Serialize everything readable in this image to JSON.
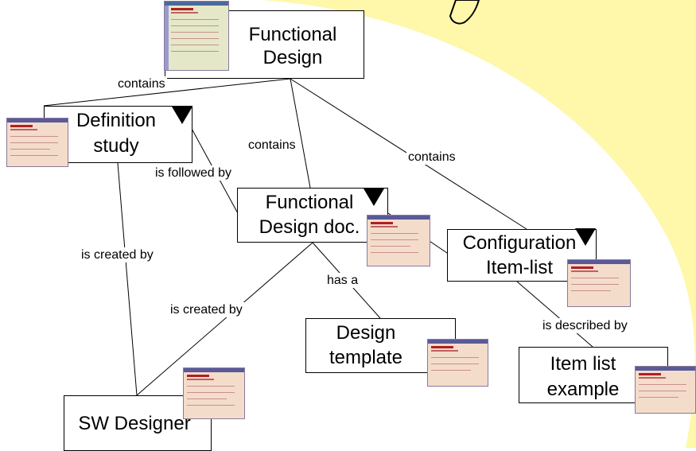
{
  "colors": {
    "background_shape": "#fff7aa",
    "lines": "#000000"
  },
  "nodes": {
    "functional_design": {
      "line1": "Functional",
      "line2": "Design"
    },
    "definition_study": {
      "line1": "Definition",
      "line2": "study"
    },
    "functional_design_doc": {
      "line1": "Functional",
      "line2": "Design doc."
    },
    "configuration_item_list": {
      "line1": "Configuration",
      "line2": "Item-list"
    },
    "design_template": {
      "line1": "Design",
      "line2": "template"
    },
    "item_list_example": {
      "line1": "Item list",
      "line2": "example"
    },
    "sw_designer": {
      "line1": "SW Designer"
    }
  },
  "relations": {
    "contains_definition": "contains",
    "contains_doc": "contains",
    "contains_config": "contains",
    "is_followed_by": "is followed by",
    "is_created_by_left": "is created by",
    "is_created_by_mid": "is created by",
    "has_a": "has a",
    "is_described_by": "is described by"
  }
}
